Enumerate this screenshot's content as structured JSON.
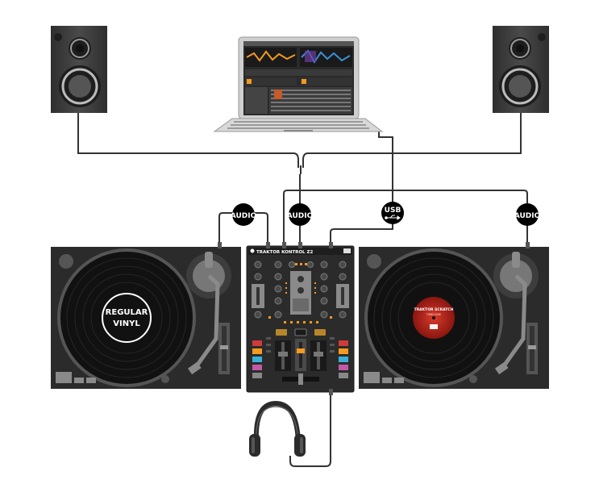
{
  "labels": {
    "audio_left": "AUDIO",
    "audio_center": "AUDIO",
    "usb": "USB",
    "audio_right": "AUDIO",
    "regular_vinyl_line1": "REGULAR",
    "regular_vinyl_line2": "VINYL",
    "mixer_brand": "TRAKTOR KONTROL Z2",
    "timecode_brand": "TRAKTOR SCRATCH",
    "timecode_sub": "TIMECODE"
  },
  "colors": {
    "device_dark": "#2b2b2b",
    "device_mid": "#4a4a4a",
    "platter": "#111111",
    "cable": "#333333",
    "accent_orange": "#f39a1f",
    "timecode_red": "#b3201a"
  },
  "icons": [
    "speaker-left-icon",
    "speaker-right-icon",
    "laptop-icon",
    "turntable-left-icon",
    "turntable-right-icon",
    "mixer-icon",
    "headphones-icon",
    "usb-symbol-icon"
  ]
}
